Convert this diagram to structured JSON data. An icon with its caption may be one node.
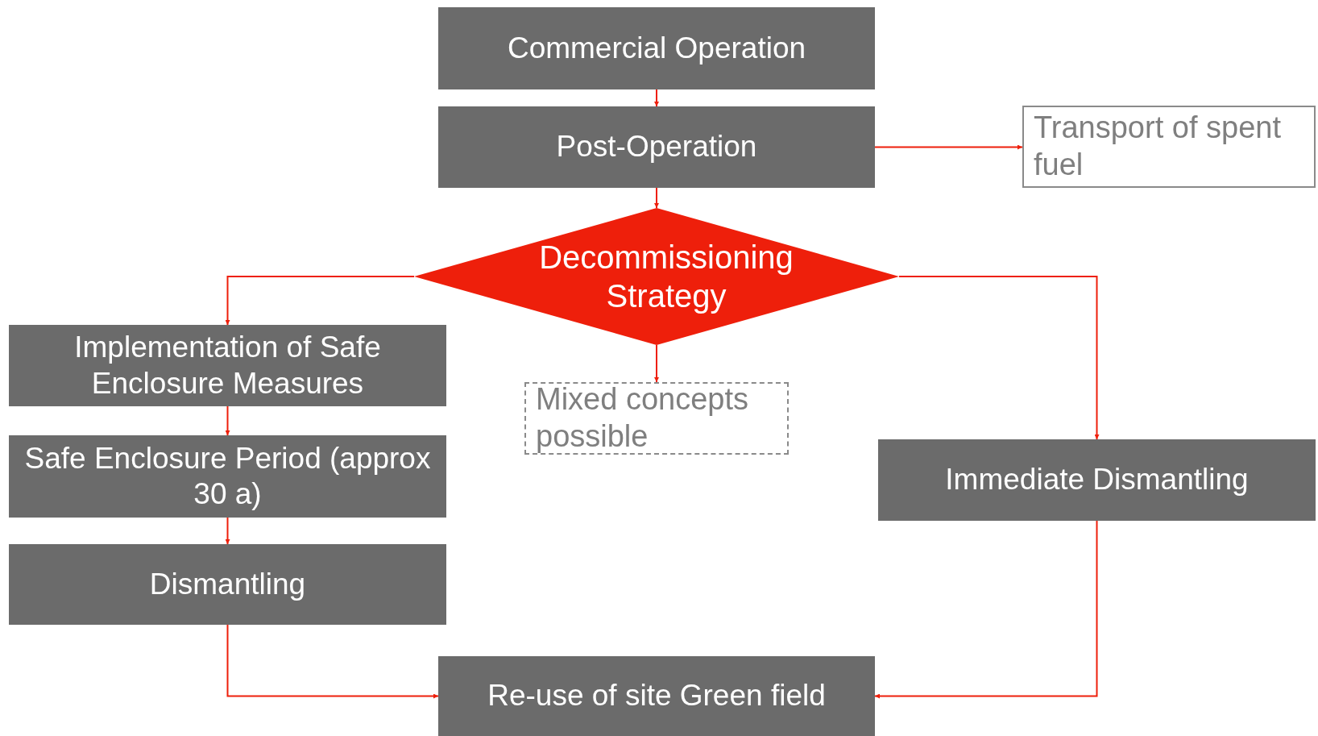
{
  "diagram": {
    "nodes": [
      {
        "text": [
          "Commercial Operation"
        ]
      },
      {
        "text": [
          "Post-Operation"
        ]
      },
      {
        "text": [
          "Transport of spent fuel"
        ]
      },
      {
        "text": [
          "Decommissioning Strategy"
        ]
      },
      {
        "text": [
          "Implementation of Safe Enclosure Measures"
        ]
      },
      {
        "text": [
          "Mixed concepts possible"
        ]
      },
      {
        "text": [
          "Immediate Dismantling"
        ]
      },
      {
        "text": [
          "Safe Enclosure Period (approx 30 a)"
        ]
      },
      {
        "text": [
          "Dismantling"
        ]
      },
      {
        "text": [
          "Re-use of site Green field"
        ]
      }
    ],
    "edges": [
      {
        "from": 0,
        "to": 1,
        "arrow": "to"
      },
      {
        "from": 1,
        "to": 2,
        "arrow": "to"
      },
      {
        "from": 1,
        "to": 3,
        "arrow": "to"
      },
      {
        "from": 3,
        "to": 4,
        "arrow": "to"
      },
      {
        "from": 3,
        "to": 5,
        "arrow": "to"
      },
      {
        "from": 3,
        "to": 6,
        "arrow": "to"
      },
      {
        "from": 4,
        "to": 7,
        "arrow": "to"
      },
      {
        "from": 7,
        "to": 8,
        "arrow": "to"
      },
      {
        "from": 8,
        "to": 9,
        "arrow": "to"
      },
      {
        "from": 6,
        "to": 9,
        "arrow": "to"
      }
    ]
  }
}
